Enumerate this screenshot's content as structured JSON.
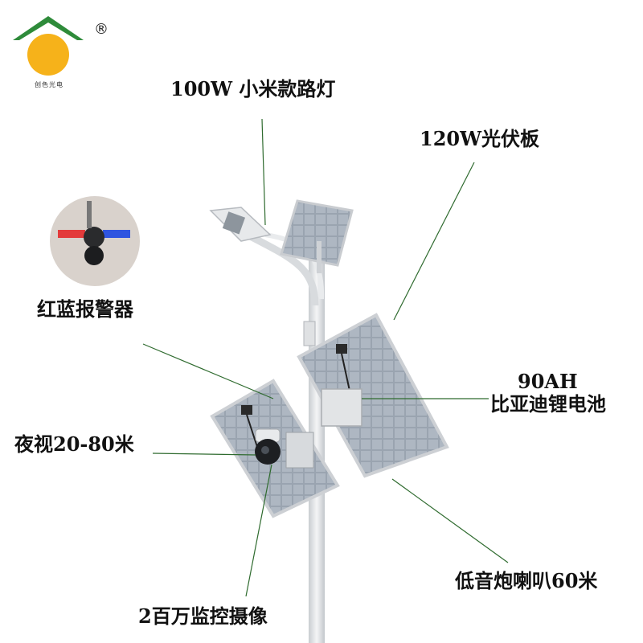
{
  "brand": {
    "caption": "创色光电",
    "registered_mark": "®",
    "roof_color": "#2e8b3a",
    "sun_color": "#f6b21a"
  },
  "labels": {
    "street_light": "100W 小米款路灯",
    "solar_panel": "120W光伏板",
    "alarm": "红蓝报警器",
    "battery_capacity": "90AH",
    "battery_name": "比亚迪锂电池",
    "night_vision": "夜视20-80米",
    "speaker": "低音炮喇叭60米",
    "camera": "2百万监控摄像"
  },
  "colors": {
    "leader_line": "#2f6b2f",
    "text": "#111111",
    "pole": "#e6e8ea",
    "panel_frame": "#c9ccd0",
    "panel_cell": "#8f99a6"
  }
}
